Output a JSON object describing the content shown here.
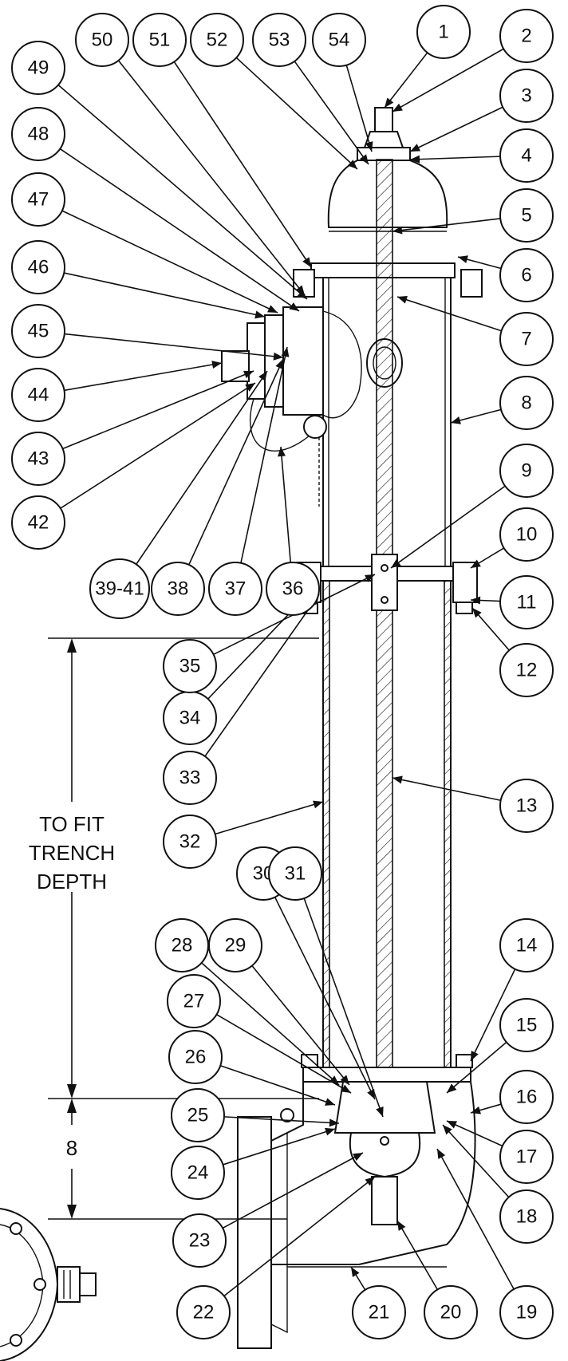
{
  "balloons": [
    "1",
    "2",
    "3",
    "4",
    "5",
    "6",
    "7",
    "8",
    "9",
    "10",
    "11",
    "12",
    "13",
    "14",
    "15",
    "16",
    "17",
    "18",
    "19",
    "20",
    "21",
    "22",
    "23",
    "24",
    "25",
    "26",
    "27",
    "28",
    "29",
    "30",
    "31",
    "32",
    "33",
    "34",
    "35",
    "36",
    "37",
    "38",
    "39-41",
    "42",
    "43",
    "44",
    "45",
    "46",
    "47",
    "48",
    "49",
    "50",
    "51",
    "52",
    "53",
    "54"
  ],
  "dimensions": {
    "trench_line1": "TO FIT",
    "trench_line2": "TRENCH",
    "trench_line3": "DEPTH",
    "base_value": "8"
  },
  "colors": {
    "ink": "#111111",
    "paper": "#ffffff"
  }
}
